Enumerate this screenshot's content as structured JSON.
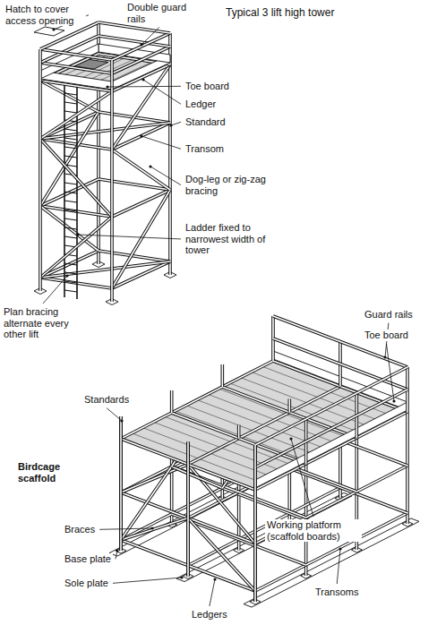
{
  "diagram": {
    "labels": [
      "Hatch to cover access opening",
      "Double guard rails",
      "Typical 3 lift high tower",
      "Toe board",
      "Ledger",
      "Standard",
      "Transom",
      "Dog-leg or zig-zag bracing",
      "Ladder fixed to narrowest width of tower",
      "Plan bracing alternate every other lift",
      "Guard rails",
      "Toe board",
      "Standards",
      "Birdcage scaffold",
      "Braces",
      "Working platform (scaffold boards)",
      "Base plate",
      "Sole plate",
      "Transoms",
      "Ledgers"
    ]
  }
}
